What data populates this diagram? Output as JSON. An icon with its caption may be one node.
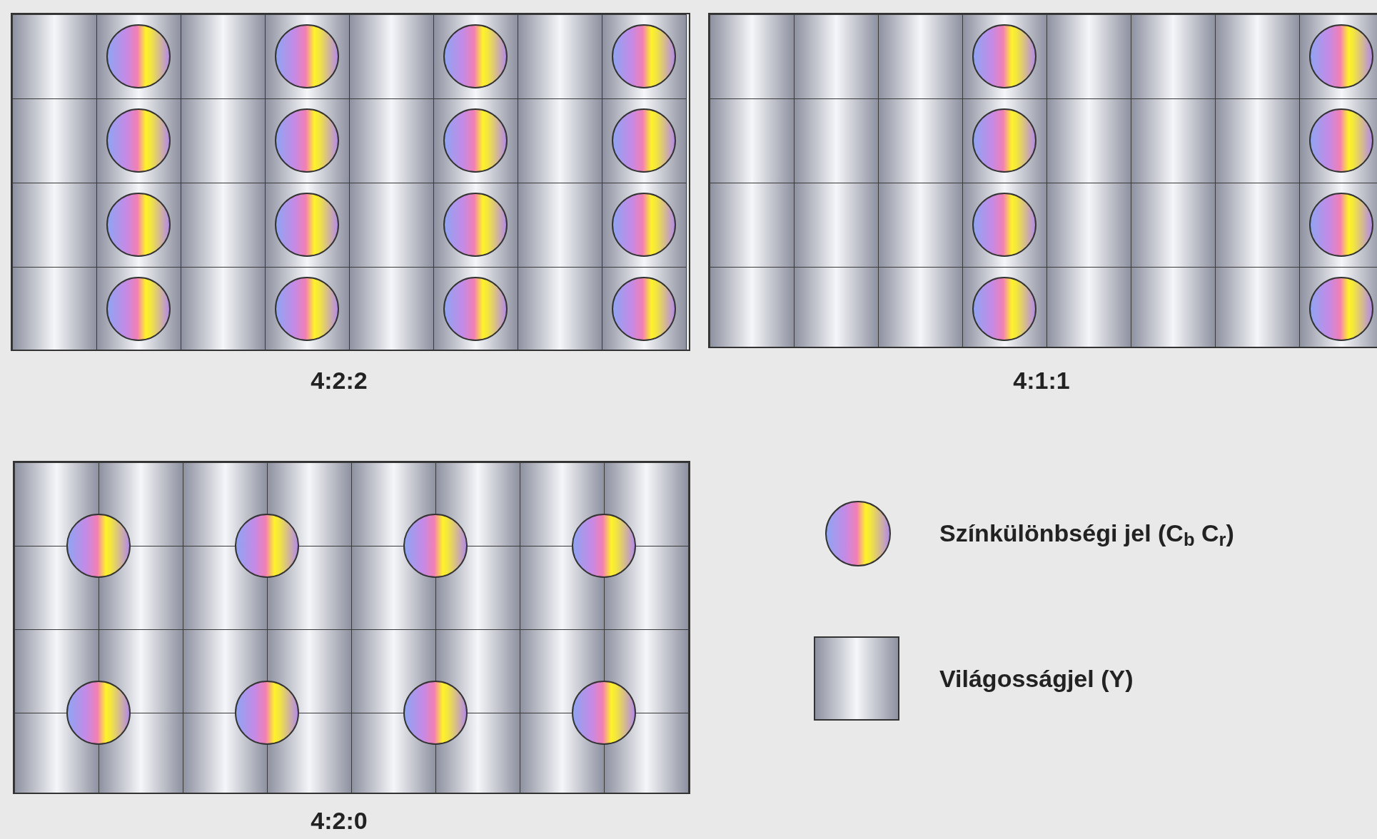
{
  "diagram": {
    "labels": [
      "4:2:2",
      "4:1:1",
      "4:2:0"
    ],
    "legend": [
      {
        "text": "Színkülönbségi jel (C$_{b}$ C$_{r}$)"
      },
      {
        "text": "Világosságjel (Y)"
      }
    ]
  }
}
